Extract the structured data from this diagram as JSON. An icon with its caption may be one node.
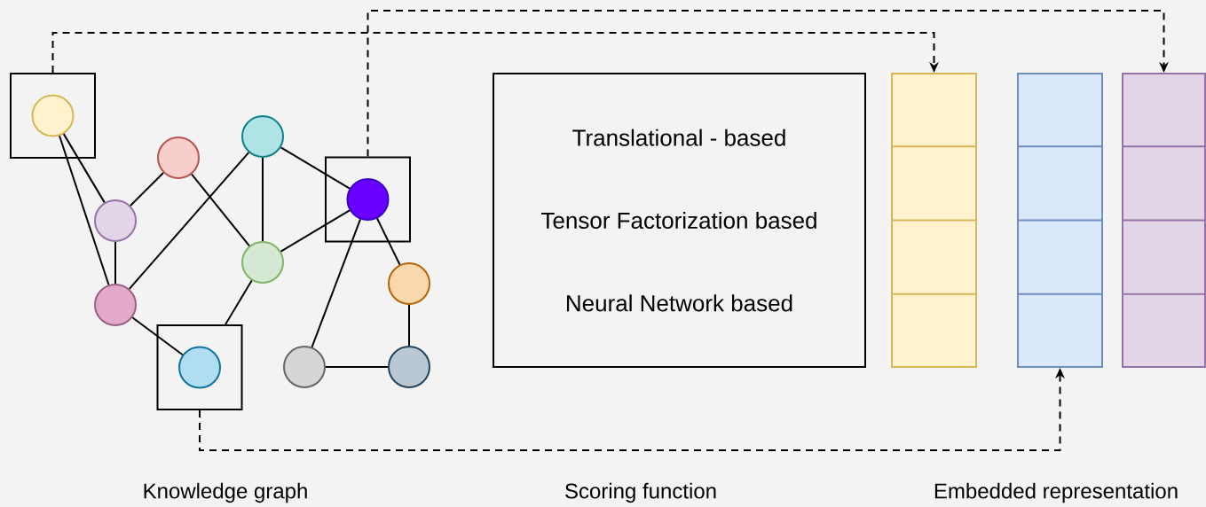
{
  "diagram": {
    "nodes": [
      {
        "text": [],
        "shape": "box"
      },
      {
        "text": [],
        "shape": "circle",
        "in": 0
      },
      {
        "text": [],
        "shape": "circle"
      },
      {
        "text": [],
        "shape": "circle"
      },
      {
        "text": [],
        "shape": "box"
      },
      {
        "text": [],
        "shape": "circle",
        "in": 4
      },
      {
        "text": [],
        "shape": "circle"
      },
      {
        "text": [],
        "shape": "circle"
      },
      {
        "text": [],
        "shape": "circle"
      },
      {
        "text": [],
        "shape": "circle"
      },
      {
        "text": [],
        "shape": "box"
      },
      {
        "text": [],
        "shape": "circle",
        "in": 10
      },
      {
        "text": [],
        "shape": "circle"
      },
      {
        "text": [],
        "shape": "circle"
      },
      {
        "text": [
          "Translational - based",
          "Tensor Factorization based",
          "Neural Network based"
        ]
      },
      {
        "text": [],
        "shape": "bar"
      },
      {
        "text": [],
        "shape": "bar"
      },
      {
        "text": [],
        "shape": "bar"
      }
    ],
    "edges": [
      {
        "from": 1,
        "to": 6,
        "arrow": "none"
      },
      {
        "from": 1,
        "to": 9,
        "arrow": "none"
      },
      {
        "from": 6,
        "to": 2,
        "arrow": "none"
      },
      {
        "from": 6,
        "to": 9,
        "arrow": "none"
      },
      {
        "from": 2,
        "to": 7,
        "arrow": "none"
      },
      {
        "from": 3,
        "to": 9,
        "arrow": "none"
      },
      {
        "from": 3,
        "to": 7,
        "arrow": "none"
      },
      {
        "from": 3,
        "to": 5,
        "arrow": "none"
      },
      {
        "from": 7,
        "to": 5,
        "arrow": "none"
      },
      {
        "from": 7,
        "to": 10,
        "arrow": "none"
      },
      {
        "from": 9,
        "to": 11,
        "arrow": "none"
      },
      {
        "from": 5,
        "to": 8,
        "arrow": "none"
      },
      {
        "from": 5,
        "to": 12,
        "arrow": "none"
      },
      {
        "from": 8,
        "to": 13,
        "arrow": "none"
      },
      {
        "from": 12,
        "to": 13,
        "arrow": "none"
      },
      {
        "from": 0,
        "to": 15,
        "arrow": "to",
        "style": "dashed"
      },
      {
        "from": 4,
        "to": 17,
        "arrow": "to",
        "style": "dashed"
      },
      {
        "from": 10,
        "to": 16,
        "arrow": "to",
        "style": "dashed"
      }
    ],
    "labels": [
      "Knowledge graph",
      "Scoring function",
      "Embedded representation"
    ]
  }
}
